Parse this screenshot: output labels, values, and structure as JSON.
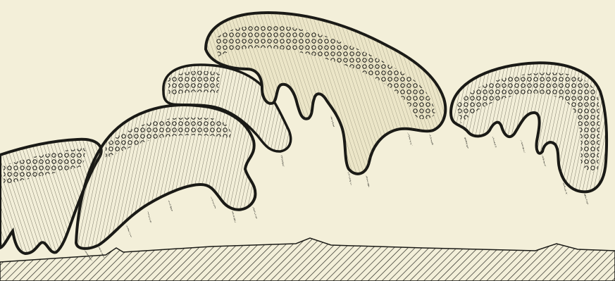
{
  "image": {
    "background_color": "#f3efd9",
    "ink_color": "#1a1a16",
    "fill_color": "#ece6c8",
    "ground_hatch_color": "#2b2b25",
    "lobes": [
      {
        "name": "lobe-far-left"
      },
      {
        "name": "lobe-left-middle"
      },
      {
        "name": "lobe-small-upper"
      },
      {
        "name": "lobe-center-large"
      },
      {
        "name": "lobe-right"
      }
    ]
  }
}
